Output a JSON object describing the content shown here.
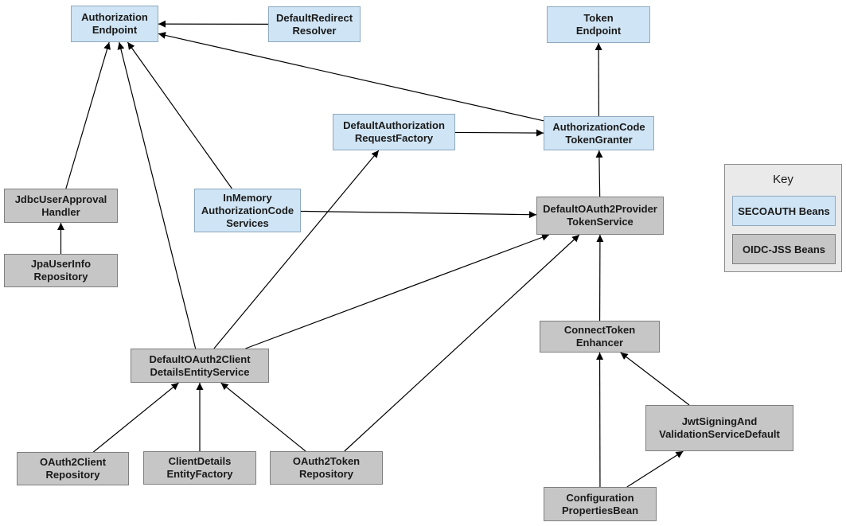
{
  "nodes": {
    "authorization_endpoint": {
      "lines": [
        "Authorization",
        "Endpoint"
      ],
      "kind": "secoauth"
    },
    "default_redirect_resolver": {
      "lines": [
        "DefaultRedirect",
        "Resolver"
      ],
      "kind": "secoauth"
    },
    "token_endpoint": {
      "lines": [
        "Token",
        "Endpoint"
      ],
      "kind": "secoauth"
    },
    "default_authorization_request_factory": {
      "lines": [
        "DefaultAuthorization",
        "RequestFactory"
      ],
      "kind": "secoauth"
    },
    "authorization_code_token_granter": {
      "lines": [
        "AuthorizationCode",
        "TokenGranter"
      ],
      "kind": "secoauth"
    },
    "jdbc_user_approval_handler": {
      "lines": [
        "JdbcUserApproval",
        "Handler"
      ],
      "kind": "oidc"
    },
    "inmemory_authorization_code_services": {
      "lines": [
        "InMemory",
        "AuthorizationCode",
        "Services"
      ],
      "kind": "secoauth"
    },
    "default_oauth2_provider_token_service": {
      "lines": [
        "DefaultOAuth2Provider",
        "TokenService"
      ],
      "kind": "oidc"
    },
    "jpa_user_info_repository": {
      "lines": [
        "JpaUserInfo",
        "Repository"
      ],
      "kind": "oidc"
    },
    "connect_token_enhancer": {
      "lines": [
        "ConnectToken",
        "Enhancer"
      ],
      "kind": "oidc"
    },
    "default_oauth2_client_details_entity_service": {
      "lines": [
        "DefaultOAuth2Client",
        "DetailsEntityService"
      ],
      "kind": "oidc"
    },
    "jwt_signing_and_validation_service_default": {
      "lines": [
        "JwtSigningAnd",
        "ValidationServiceDefault"
      ],
      "kind": "oidc"
    },
    "oauth2_client_repository": {
      "lines": [
        "OAuth2Client",
        "Repository"
      ],
      "kind": "oidc"
    },
    "client_details_entity_factory": {
      "lines": [
        "ClientDetails",
        "EntityFactory"
      ],
      "kind": "oidc"
    },
    "oauth2_token_repository": {
      "lines": [
        "OAuth2Token",
        "Repository"
      ],
      "kind": "oidc"
    },
    "configuration_properties_bean": {
      "lines": [
        "Configuration",
        "PropertiesBean"
      ],
      "kind": "oidc"
    }
  },
  "edges": [
    {
      "from": "default_redirect_resolver",
      "to": "authorization_endpoint"
    },
    {
      "from": "jdbc_user_approval_handler",
      "to": "authorization_endpoint"
    },
    {
      "from": "default_oauth2_client_details_entity_service",
      "to": "authorization_endpoint"
    },
    {
      "from": "inmemory_authorization_code_services",
      "to": "authorization_endpoint"
    },
    {
      "from": "authorization_code_token_granter",
      "to": "authorization_endpoint"
    },
    {
      "from": "authorization_code_token_granter",
      "to": "token_endpoint"
    },
    {
      "from": "default_authorization_request_factory",
      "to": "authorization_code_token_granter"
    },
    {
      "from": "default_oauth2_provider_token_service",
      "to": "authorization_code_token_granter"
    },
    {
      "from": "jpa_user_info_repository",
      "to": "jdbc_user_approval_handler"
    },
    {
      "from": "inmemory_authorization_code_services",
      "to": "default_oauth2_provider_token_service"
    },
    {
      "from": "default_oauth2_client_details_entity_service",
      "to": "default_authorization_request_factory"
    },
    {
      "from": "default_oauth2_client_details_entity_service",
      "to": "default_oauth2_provider_token_service"
    },
    {
      "from": "oauth2_token_repository",
      "to": "default_oauth2_provider_token_service"
    },
    {
      "from": "connect_token_enhancer",
      "to": "default_oauth2_provider_token_service"
    },
    {
      "from": "oauth2_client_repository",
      "to": "default_oauth2_client_details_entity_service"
    },
    {
      "from": "client_details_entity_factory",
      "to": "default_oauth2_client_details_entity_service"
    },
    {
      "from": "oauth2_token_repository",
      "to": "default_oauth2_client_details_entity_service"
    },
    {
      "from": "configuration_properties_bean",
      "to": "connect_token_enhancer"
    },
    {
      "from": "jwt_signing_and_validation_service_default",
      "to": "connect_token_enhancer"
    },
    {
      "from": "configuration_properties_bean",
      "to": "jwt_signing_and_validation_service_default"
    }
  ],
  "key": {
    "title": "Key",
    "secoauth_label": "SECOAUTH Beans",
    "oidc_label": "OIDC-JSS Beans"
  },
  "colors": {
    "secoauth_fill": "#cfe4f4",
    "oidc_fill": "#c6c6c6",
    "edge": "#000000"
  }
}
